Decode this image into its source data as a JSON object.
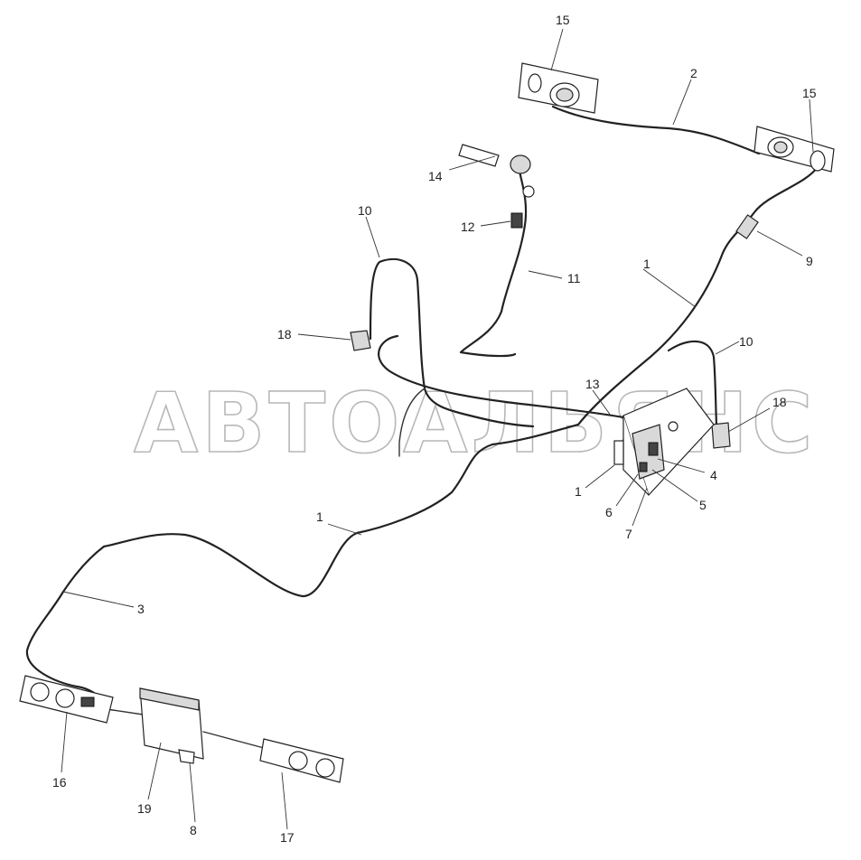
{
  "watermark": "АВТОАЛЬЯНС",
  "callouts": [
    {
      "id": "c15a",
      "label": "15"
    },
    {
      "id": "c2",
      "label": "2"
    },
    {
      "id": "c15b",
      "label": "15"
    },
    {
      "id": "c14",
      "label": "14"
    },
    {
      "id": "c12",
      "label": "12"
    },
    {
      "id": "c10a",
      "label": "10"
    },
    {
      "id": "c11",
      "label": "11"
    },
    {
      "id": "c1a",
      "label": "1"
    },
    {
      "id": "c9",
      "label": "9"
    },
    {
      "id": "c18a",
      "label": "18"
    },
    {
      "id": "c10b",
      "label": "10"
    },
    {
      "id": "c13",
      "label": "13"
    },
    {
      "id": "c18b",
      "label": "18"
    },
    {
      "id": "c1b",
      "label": "1"
    },
    {
      "id": "c4",
      "label": "4"
    },
    {
      "id": "c6",
      "label": "6"
    },
    {
      "id": "c5",
      "label": "5"
    },
    {
      "id": "c7",
      "label": "7"
    },
    {
      "id": "c1c",
      "label": "1"
    },
    {
      "id": "c3",
      "label": "3"
    },
    {
      "id": "c16",
      "label": "16"
    },
    {
      "id": "c19",
      "label": "19"
    },
    {
      "id": "c8",
      "label": "8"
    },
    {
      "id": "c17",
      "label": "17"
    }
  ]
}
